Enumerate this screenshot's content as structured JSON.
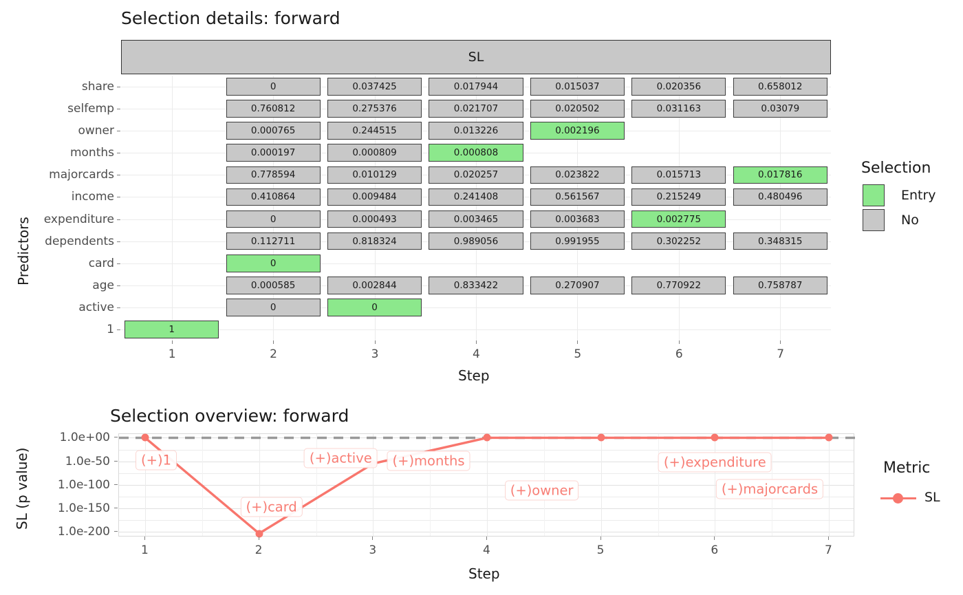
{
  "detail": {
    "title": "Selection details: forward",
    "facet_strip": "SL",
    "ylabel": "Predictors",
    "xlabel": "Step",
    "xticks": [
      "1",
      "2",
      "3",
      "4",
      "5",
      "6",
      "7"
    ],
    "rows": [
      "share",
      "selfemp",
      "owner",
      "months",
      "majorcards",
      "income",
      "expenditure",
      "dependents",
      "card",
      "age",
      "active",
      "1"
    ],
    "legend": {
      "title": "Selection",
      "items": [
        {
          "label": "Entry",
          "color": "#8ce88c"
        },
        {
          "label": "No",
          "color": "#c8c8c8"
        }
      ]
    }
  },
  "overview": {
    "title": "Selection overview: forward",
    "ylabel": "SL (p value)",
    "xlabel": "Step",
    "xticks": [
      "1",
      "2",
      "3",
      "4",
      "5",
      "6",
      "7"
    ],
    "yticks": [
      "1.0e+00",
      "1.0e-50",
      "1.0e-100",
      "1.0e-150",
      "1.0e-200"
    ],
    "legend": {
      "title": "Metric",
      "items": [
        {
          "label": "SL",
          "color": "#F8766D"
        }
      ]
    }
  },
  "chart_data": [
    {
      "type": "heatmap",
      "title": "Selection details: forward",
      "xlabel": "Step",
      "ylabel": "Predictors",
      "facet": "SL",
      "categories": [
        "1",
        "2",
        "3",
        "4",
        "5",
        "6",
        "7"
      ],
      "legend": [
        "Entry",
        "No"
      ],
      "colors": {
        "entry": "#8ce88c",
        "no": "#c8c8c8"
      },
      "rows": [
        {
          "predictor": "share",
          "cells": [
            {
              "step": 2,
              "value": "0",
              "state": "No"
            },
            {
              "step": 3,
              "value": "0.037425",
              "state": "No"
            },
            {
              "step": 4,
              "value": "0.017944",
              "state": "No"
            },
            {
              "step": 5,
              "value": "0.015037",
              "state": "No"
            },
            {
              "step": 6,
              "value": "0.020356",
              "state": "No"
            },
            {
              "step": 7,
              "value": "0.658012",
              "state": "No"
            }
          ]
        },
        {
          "predictor": "selfemp",
          "cells": [
            {
              "step": 2,
              "value": "0.760812",
              "state": "No"
            },
            {
              "step": 3,
              "value": "0.275376",
              "state": "No"
            },
            {
              "step": 4,
              "value": "0.021707",
              "state": "No"
            },
            {
              "step": 5,
              "value": "0.020502",
              "state": "No"
            },
            {
              "step": 6,
              "value": "0.031163",
              "state": "No"
            },
            {
              "step": 7,
              "value": "0.03079",
              "state": "No"
            }
          ]
        },
        {
          "predictor": "owner",
          "cells": [
            {
              "step": 2,
              "value": "0.000765",
              "state": "No"
            },
            {
              "step": 3,
              "value": "0.244515",
              "state": "No"
            },
            {
              "step": 4,
              "value": "0.013226",
              "state": "No"
            },
            {
              "step": 5,
              "value": "0.002196",
              "state": "Entry"
            }
          ]
        },
        {
          "predictor": "months",
          "cells": [
            {
              "step": 2,
              "value": "0.000197",
              "state": "No"
            },
            {
              "step": 3,
              "value": "0.000809",
              "state": "No"
            },
            {
              "step": 4,
              "value": "0.000808",
              "state": "Entry"
            }
          ]
        },
        {
          "predictor": "majorcards",
          "cells": [
            {
              "step": 2,
              "value": "0.778594",
              "state": "No"
            },
            {
              "step": 3,
              "value": "0.010129",
              "state": "No"
            },
            {
              "step": 4,
              "value": "0.020257",
              "state": "No"
            },
            {
              "step": 5,
              "value": "0.023822",
              "state": "No"
            },
            {
              "step": 6,
              "value": "0.015713",
              "state": "No"
            },
            {
              "step": 7,
              "value": "0.017816",
              "state": "Entry"
            }
          ]
        },
        {
          "predictor": "income",
          "cells": [
            {
              "step": 2,
              "value": "0.410864",
              "state": "No"
            },
            {
              "step": 3,
              "value": "0.009484",
              "state": "No"
            },
            {
              "step": 4,
              "value": "0.241408",
              "state": "No"
            },
            {
              "step": 5,
              "value": "0.561567",
              "state": "No"
            },
            {
              "step": 6,
              "value": "0.215249",
              "state": "No"
            },
            {
              "step": 7,
              "value": "0.480496",
              "state": "No"
            }
          ]
        },
        {
          "predictor": "expenditure",
          "cells": [
            {
              "step": 2,
              "value": "0",
              "state": "No"
            },
            {
              "step": 3,
              "value": "0.000493",
              "state": "No"
            },
            {
              "step": 4,
              "value": "0.003465",
              "state": "No"
            },
            {
              "step": 5,
              "value": "0.003683",
              "state": "No"
            },
            {
              "step": 6,
              "value": "0.002775",
              "state": "Entry"
            }
          ]
        },
        {
          "predictor": "dependents",
          "cells": [
            {
              "step": 2,
              "value": "0.112711",
              "state": "No"
            },
            {
              "step": 3,
              "value": "0.818324",
              "state": "No"
            },
            {
              "step": 4,
              "value": "0.989056",
              "state": "No"
            },
            {
              "step": 5,
              "value": "0.991955",
              "state": "No"
            },
            {
              "step": 6,
              "value": "0.302252",
              "state": "No"
            },
            {
              "step": 7,
              "value": "0.348315",
              "state": "No"
            }
          ]
        },
        {
          "predictor": "card",
          "cells": [
            {
              "step": 2,
              "value": "0",
              "state": "Entry"
            }
          ]
        },
        {
          "predictor": "age",
          "cells": [
            {
              "step": 2,
              "value": "0.000585",
              "state": "No"
            },
            {
              "step": 3,
              "value": "0.002844",
              "state": "No"
            },
            {
              "step": 4,
              "value": "0.833422",
              "state": "No"
            },
            {
              "step": 5,
              "value": "0.270907",
              "state": "No"
            },
            {
              "step": 6,
              "value": "0.770922",
              "state": "No"
            },
            {
              "step": 7,
              "value": "0.758787",
              "state": "No"
            }
          ]
        },
        {
          "predictor": "active",
          "cells": [
            {
              "step": 2,
              "value": "0",
              "state": "No"
            },
            {
              "step": 3,
              "value": "0",
              "state": "Entry"
            }
          ]
        },
        {
          "predictor": "1",
          "cells": [
            {
              "step": 1,
              "value": "1",
              "state": "Entry"
            }
          ]
        }
      ]
    },
    {
      "type": "line",
      "title": "Selection overview: forward",
      "xlabel": "Step",
      "ylabel": "SL (p value)",
      "yscale": "log10",
      "ylim": [
        1e-220,
        1
      ],
      "yticks": [
        "1.0e+00",
        "1.0e-50",
        "1.0e-100",
        "1.0e-150",
        "1.0e-200"
      ],
      "ytick_values": [
        1,
        1e-50,
        1e-100,
        1e-150,
        1e-200
      ],
      "x": [
        1,
        2,
        3,
        4,
        5,
        6,
        7
      ],
      "series": [
        {
          "name": "SL",
          "color": "#F8766D",
          "values": [
            1,
            1e-204,
            1e-55,
            1,
            1,
            1,
            1
          ]
        }
      ],
      "reference_line": {
        "y": 1,
        "style": "dashed",
        "color": "#999999"
      },
      "annotations": [
        "(+)1",
        "(+)card",
        "(+)active",
        "(+)months",
        "(+)owner",
        "(+)expenditure",
        "(+)majorcards"
      ],
      "legend": {
        "title": "Metric",
        "position": "right",
        "entries": [
          "SL"
        ]
      }
    }
  ]
}
